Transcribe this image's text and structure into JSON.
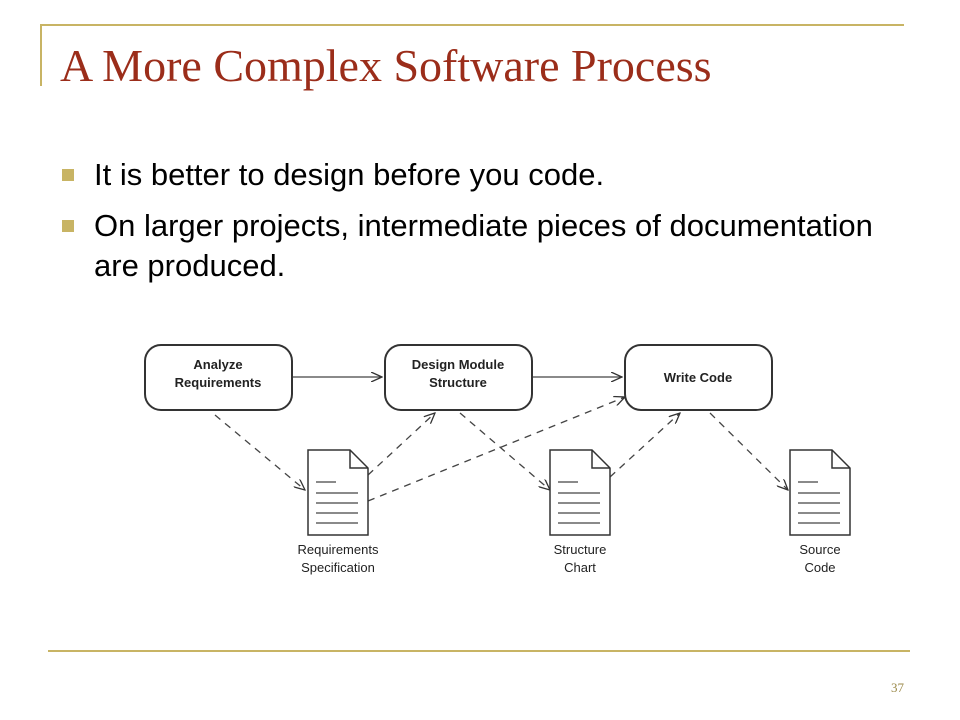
{
  "slide": {
    "title": "A More Complex Software Process",
    "bullets": [
      "It is better to design before you code.",
      "On larger projects, intermediate pieces of documentation are produced."
    ],
    "page_number": "37",
    "accent_color": "#c8b464",
    "title_color": "#9b2d1a"
  },
  "diagram": {
    "processes": [
      {
        "id": "analyze",
        "lines": [
          "Analyze",
          "Requirements"
        ]
      },
      {
        "id": "design",
        "lines": [
          "Design Module",
          "Structure"
        ]
      },
      {
        "id": "write",
        "lines": [
          "Write Code"
        ]
      }
    ],
    "documents": [
      {
        "id": "req-spec",
        "lines": [
          "Requirements",
          "Specification"
        ]
      },
      {
        "id": "struct-chart",
        "lines": [
          "Structure",
          "Chart"
        ]
      },
      {
        "id": "source-code",
        "lines": [
          "Source",
          "Code"
        ]
      }
    ],
    "edges": [
      {
        "from": "analyze",
        "to": "design",
        "style": "solid"
      },
      {
        "from": "design",
        "to": "write",
        "style": "solid"
      },
      {
        "from": "analyze",
        "to": "req-spec",
        "style": "dashed"
      },
      {
        "from": "req-spec",
        "to": "design",
        "style": "dashed"
      },
      {
        "from": "req-spec",
        "to": "write",
        "style": "dashed"
      },
      {
        "from": "design",
        "to": "struct-chart",
        "style": "dashed"
      },
      {
        "from": "struct-chart",
        "to": "write",
        "style": "dashed"
      },
      {
        "from": "write",
        "to": "source-code",
        "style": "dashed"
      }
    ]
  }
}
